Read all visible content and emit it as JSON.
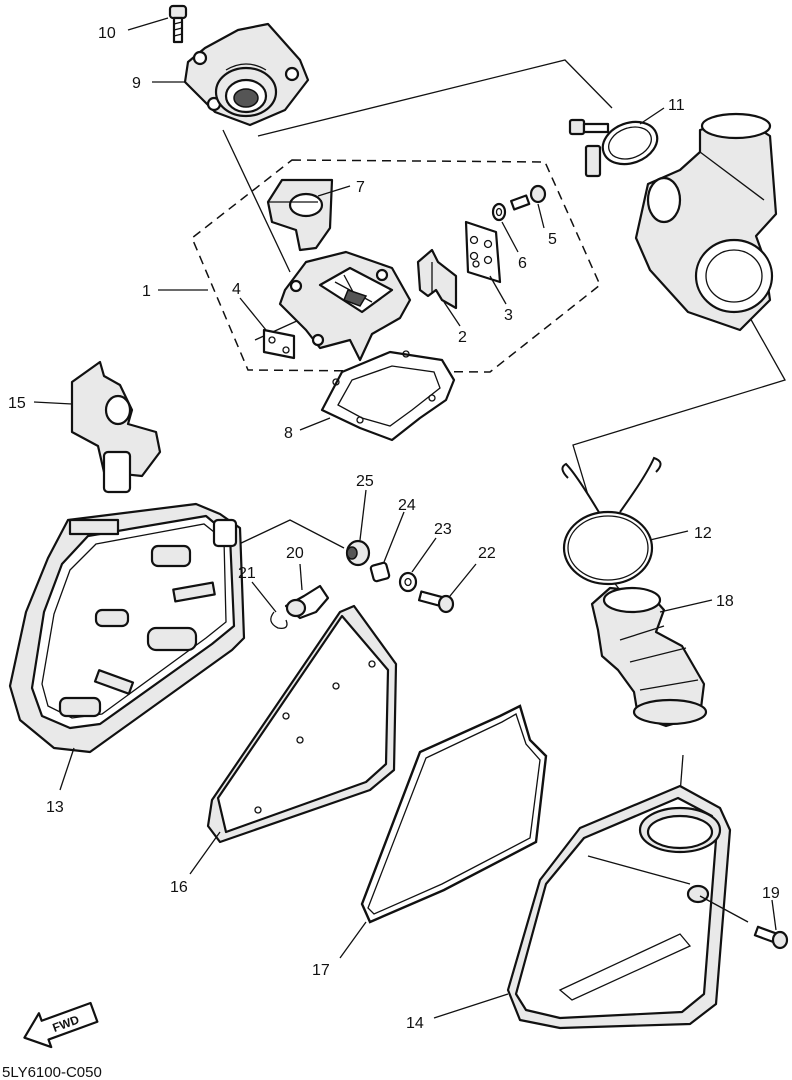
{
  "diagram": {
    "callouts": [
      {
        "id": "1",
        "label": "1"
      },
      {
        "id": "2",
        "label": "2"
      },
      {
        "id": "3",
        "label": "3"
      },
      {
        "id": "4",
        "label": "4"
      },
      {
        "id": "5",
        "label": "5"
      },
      {
        "id": "6",
        "label": "6"
      },
      {
        "id": "7",
        "label": "7"
      },
      {
        "id": "8",
        "label": "8"
      },
      {
        "id": "9",
        "label": "9"
      },
      {
        "id": "10",
        "label": "10"
      },
      {
        "id": "11",
        "label": "11"
      },
      {
        "id": "12",
        "label": "12"
      },
      {
        "id": "13",
        "label": "13"
      },
      {
        "id": "14",
        "label": "14"
      },
      {
        "id": "15",
        "label": "15"
      },
      {
        "id": "16",
        "label": "16"
      },
      {
        "id": "17",
        "label": "17"
      },
      {
        "id": "18",
        "label": "18"
      },
      {
        "id": "19",
        "label": "19"
      },
      {
        "id": "20",
        "label": "20"
      },
      {
        "id": "21",
        "label": "21"
      },
      {
        "id": "22",
        "label": "22"
      },
      {
        "id": "23",
        "label": "23"
      },
      {
        "id": "24",
        "label": "24"
      },
      {
        "id": "25",
        "label": "25"
      }
    ],
    "direction_label": "FWD",
    "drawing_code": "5LY6100-C050"
  }
}
